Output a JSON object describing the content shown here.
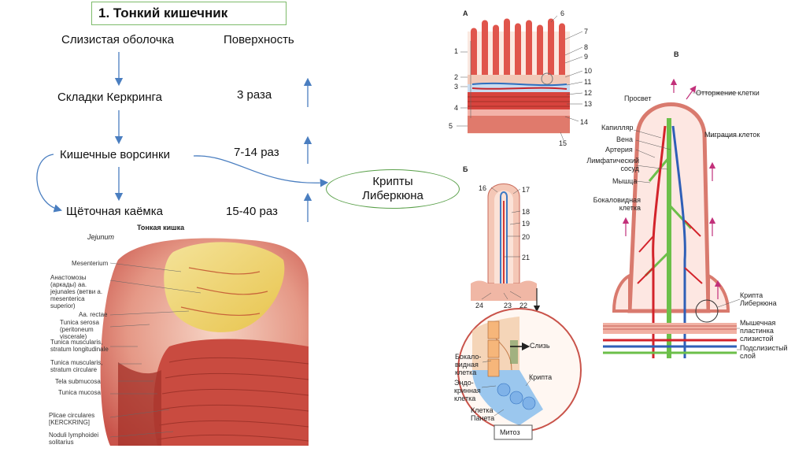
{
  "title": "1. Тонкий кишечник",
  "columns": {
    "left_header": "Слизистая оболочка",
    "right_header": "Поверхность"
  },
  "levels": [
    {
      "label": "Складки Керкринга",
      "factor": "3 раза"
    },
    {
      "label": "Кишечные ворсинки",
      "factor": "7-14 раз"
    },
    {
      "label": "Щёточная каёмка",
      "factor": "15-40 раз"
    }
  ],
  "crypts": {
    "line1": "Крипты",
    "line2": "Либеркюна"
  },
  "anatomy": {
    "title": "Тонкая кишка",
    "subtitle": "Jejunum",
    "labels": [
      "Mesenterium",
      "Анастомозы (аркады) aa. jejunales (ветви a. mesenterica superior)",
      "Aa. rectae",
      "Tunica serosa (peritoneum viscerale)",
      "Tunica muscularis, stratum longitudinale",
      "Tunica muscularis, stratum circulare",
      "Tela submucosa",
      "Tunica mucosa",
      "Plicae circulares [KERCKRING]",
      "Noduli lymphoidei solitarius"
    ]
  },
  "panel_a": {
    "letter": "А",
    "left_numbers": [
      "1",
      "2",
      "3",
      "4",
      "5"
    ],
    "right_numbers": [
      "6",
      "7",
      "8",
      "9",
      "10",
      "11",
      "12",
      "13",
      "14",
      "15"
    ]
  },
  "panel_b": {
    "letter": "Б",
    "numbers": [
      "16",
      "17",
      "18",
      "19",
      "20",
      "21",
      "22",
      "23",
      "24"
    ],
    "circle_labels": {
      "mucus": "Слизь",
      "goblet": "Бокало-видная клетка",
      "crypt": "Крипта",
      "endocrine": "Эндо-кринная клетка",
      "paneth": "Клетка Панета",
      "mitosis": "Митоз"
    }
  },
  "panel_v": {
    "letter": "В",
    "labels": {
      "lumen": "Просвет",
      "shedding": "Отторжение клетки",
      "capillary": "Капилляр",
      "vein": "Вена",
      "artery": "Артерия",
      "lymph": "Лимфатический сосуд",
      "muscle": "Мышца",
      "goblet": "Бокаловидная клетка",
      "migration": "Миграция клеток",
      "crypt": "Крипта Либеркюна",
      "muscularis": "Мышечная пластинка слизистой",
      "submucosa": "Подслизистый слой"
    }
  },
  "colors": {
    "accent_green": "#5aa04a",
    "arrow_blue": "#4a7ec0",
    "tissue_red": "#d9534f"
  }
}
